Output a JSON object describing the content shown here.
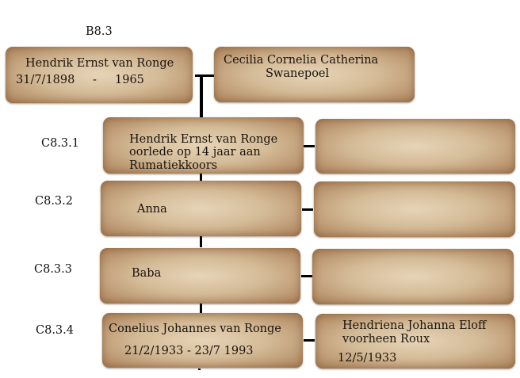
{
  "parent": {
    "id_label": "B8.3",
    "person": {
      "name": "Hendrik Ernst van Ronge",
      "born": "31/7/1898",
      "sep": "-",
      "died": "1965"
    },
    "spouse": {
      "name_line1": "Cecilia Cornelia Catherina",
      "name_line2": "Swanepoel"
    }
  },
  "children": [
    {
      "id_label": "C8.3.1",
      "lines": [
        "Hendrik Ernst van Ronge",
        "oorlede op 14 jaar aan",
        "Rumatiekkoors"
      ],
      "spouse_lines": []
    },
    {
      "id_label": "C8.3.2",
      "lines": [
        "Anna"
      ],
      "spouse_lines": []
    },
    {
      "id_label": "C8.3.3",
      "lines": [
        "Baba"
      ],
      "spouse_lines": []
    },
    {
      "id_label": "C8.3.4",
      "lines": [
        "Conelius Johannes van Ronge",
        "21/2/1933 - 23/7 1993"
      ],
      "spouse_lines": [
        "Hendriena Johanna Eloff",
        "voorheen Roux",
        "12/5/1933"
      ]
    }
  ],
  "colors": {
    "box": "#c9a67e",
    "box_edge": "#a57a52",
    "connector": "#000000",
    "text": "#1a130c"
  }
}
